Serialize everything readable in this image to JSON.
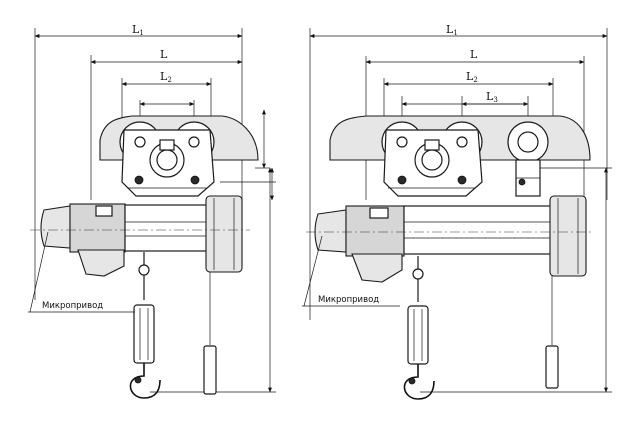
{
  "left_drawing": {
    "dim_L1": {
      "main": "L",
      "sub": "1"
    },
    "dim_L": {
      "main": "L",
      "sub": ""
    },
    "dim_L2": {
      "main": "L",
      "sub": "2"
    },
    "callout_label": "Микропривод"
  },
  "right_drawing": {
    "dim_L1": {
      "main": "L",
      "sub": "1"
    },
    "dim_L": {
      "main": "L",
      "sub": ""
    },
    "dim_L2": {
      "main": "L",
      "sub": "2"
    },
    "dim_L3": {
      "main": "L",
      "sub": "3"
    },
    "callout_label": "Микропривод"
  }
}
